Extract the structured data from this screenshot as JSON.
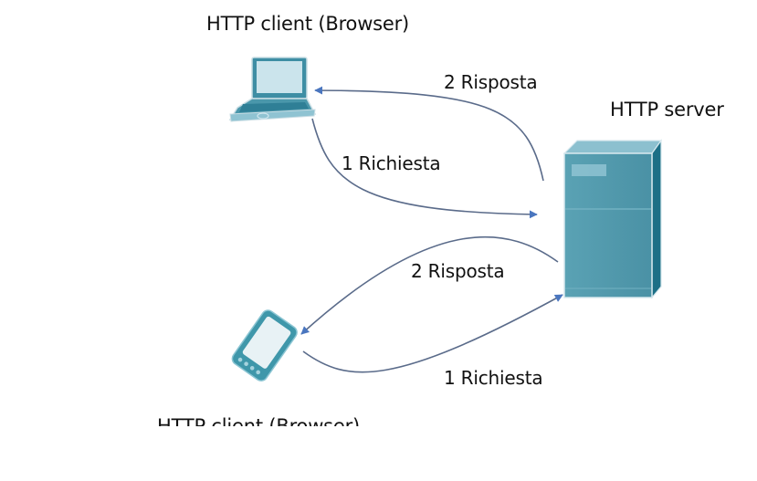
{
  "diagram": {
    "nodes": {
      "client_laptop": {
        "label": "HTTP client (Browser)",
        "icon": "laptop-icon"
      },
      "server": {
        "label": "HTTP server",
        "icon": "server-tower-icon"
      },
      "client_mobile": {
        "label": "HTTP client (Browser)",
        "icon": "mobile-device-icon",
        "label_clipped": true
      }
    },
    "edges": [
      {
        "from": "client_laptop",
        "to": "server",
        "label": "1 Richiesta"
      },
      {
        "from": "server",
        "to": "client_laptop",
        "label": "2 Risposta"
      },
      {
        "from": "client_mobile",
        "to": "server",
        "label": "1 Richiesta"
      },
      {
        "from": "server",
        "to": "client_mobile",
        "label": "2 Risposta"
      }
    ],
    "colors": {
      "arrow_line": "#5a6b8a",
      "arrow_head": "#4a76bf",
      "device_main": "#4f97aa",
      "device_dark": "#1f6f86",
      "device_light": "#cfe6ee"
    }
  }
}
